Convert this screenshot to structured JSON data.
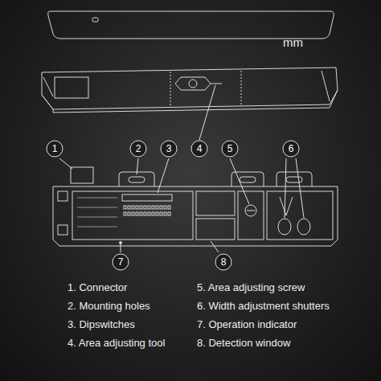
{
  "diagram": {
    "nodes": [
      {
        "text": [
          "1"
        ]
      },
      {
        "text": [
          "2"
        ]
      },
      {
        "text": [
          "3"
        ]
      },
      {
        "text": [
          "4"
        ]
      },
      {
        "text": [
          "5"
        ]
      },
      {
        "text": [
          "6"
        ]
      },
      {
        "text": [
          "7"
        ]
      },
      {
        "text": [
          "8"
        ]
      }
    ],
    "labels": [
      "mm",
      "1. Connector",
      "2. Mounting holes",
      "3. Dipswitches",
      "4. Area adjusting tool",
      "5. Area adjusting screw",
      "6. Width adjustment shutters",
      "7. Operation indicator",
      "8. Detection window"
    ]
  }
}
